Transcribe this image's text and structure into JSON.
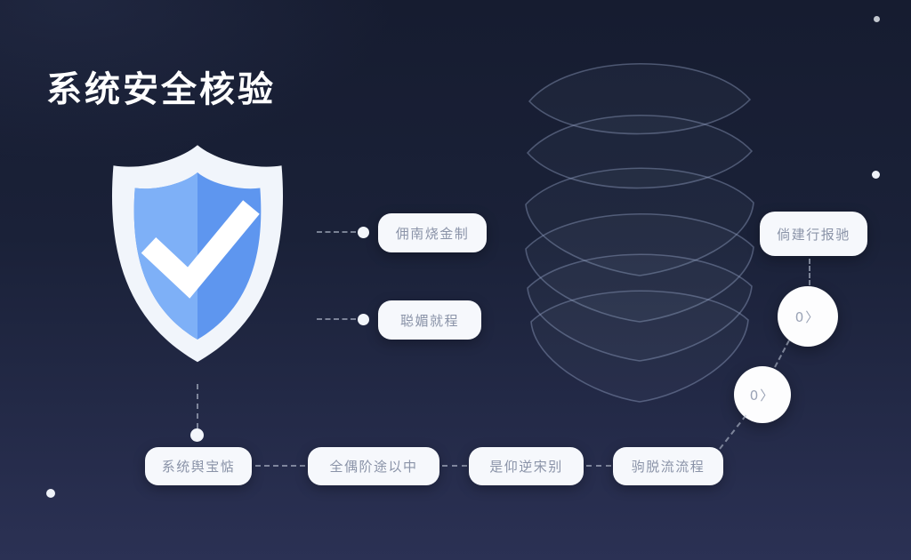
{
  "title": "系统安全核验",
  "shield_callouts": [
    {
      "label": "佣南烧金制"
    },
    {
      "label": "聪媚就程"
    }
  ],
  "right_callout": {
    "label": "倘建行报驰"
  },
  "flow_steps": [
    {
      "label": "系统舆宝惦"
    },
    {
      "label": "全偶阶途以中"
    },
    {
      "label": "是仰逆宋别"
    },
    {
      "label": "驹脱流流程"
    }
  ],
  "flow_nodes": [
    {
      "label": "0〉"
    },
    {
      "label": "0〉"
    }
  ],
  "colors": {
    "background_top": "#161c30",
    "background_bottom": "#2b3154",
    "card_background": "#f6f8fc",
    "card_text": "#8a93a8",
    "shield_outline": "#f1f5fb",
    "shield_blue_light": "#7eb0f7",
    "shield_blue_dark": "#5e96ef",
    "dash": "#bbc3d4",
    "title_text": "#ffffff"
  }
}
